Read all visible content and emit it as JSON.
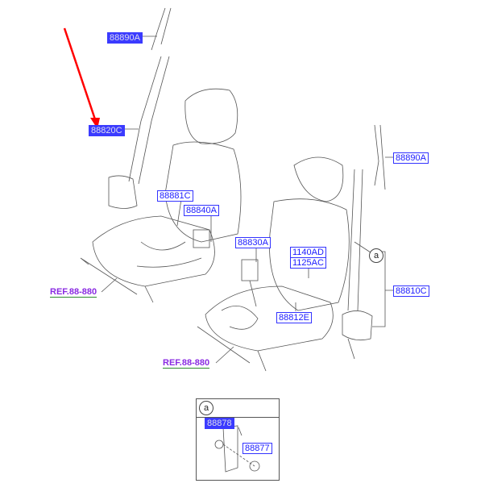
{
  "labels": {
    "p88890A_left": "88890A",
    "p88820C": "88820C",
    "p88881C": "88881C",
    "p88840A": "88840A",
    "p88830A": "88830A",
    "p1140AD": "1140AD",
    "p1125AC": "1125AC",
    "p88812E": "88812E",
    "p88810C": "88810C",
    "p88890A_right": "88890A",
    "p88878": "88878",
    "p88877": "88877"
  },
  "refs": [
    "REF.88-880",
    "REF.88-880"
  ],
  "callout": "a",
  "detail_callout": "a",
  "colors": {
    "arrow": "#ff0000",
    "label": "#3333ff",
    "ref": "#8a2be2"
  }
}
